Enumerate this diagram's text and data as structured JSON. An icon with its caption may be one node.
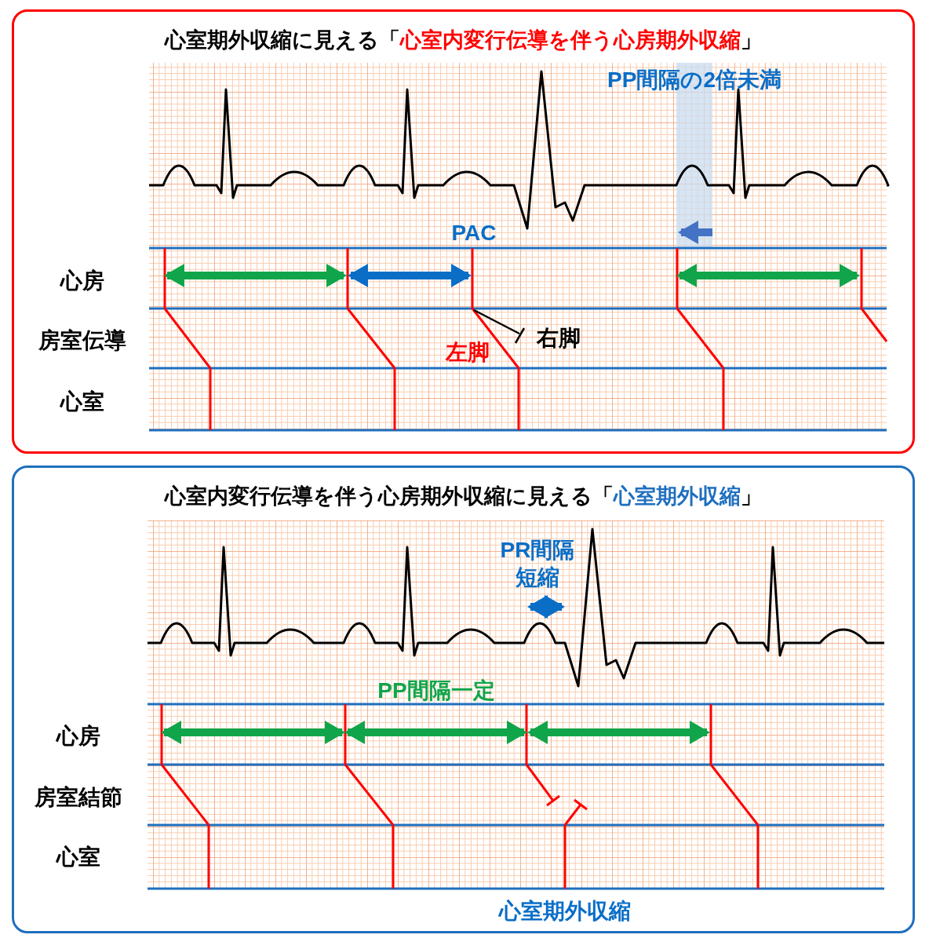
{
  "diagram": {
    "nodes": [
      {
        "text": [
          "心室期外収縮に見える「心室内変行伝導を伴う心房期外収縮」"
        ]
      },
      {
        "text": [
          "心室内変行伝導を伴う心房期外収縮に見える「心室期外収縮」"
        ]
      }
    ],
    "labels": [
      "PP間隔の2倍未満",
      "PAC",
      "心房",
      "房室伝導",
      "左脚",
      "右脚",
      "心室",
      "PR間隔短縮",
      "PP間隔一定",
      "心房",
      "房室結節",
      "心室",
      "心室期外収縮"
    ]
  }
}
